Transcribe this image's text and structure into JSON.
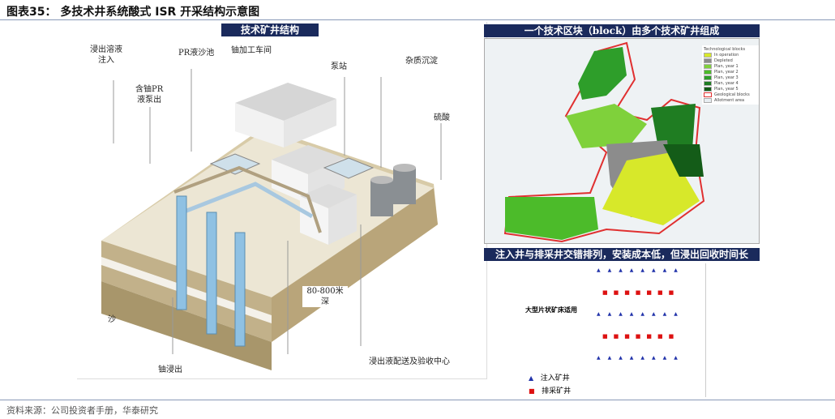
{
  "figure_title": "图表35：  多技术井系统酸式 ISR 开采结构示意图",
  "left_panel": {
    "header": "技术矿井结构",
    "labels": {
      "injection": "浸出溶液\n注入",
      "pr_pool": "PR液沙池",
      "uranium_plant": "铀加工车间",
      "pump_out": "含铀PR\n液泵出",
      "pump_station": "泵站",
      "impurity": "杂质沉淀",
      "acid": "硫酸",
      "sand": "沙",
      "depth": "80-800米\n深",
      "leaching": "铀浸出",
      "center": "浸出液配送及验收中心"
    }
  },
  "map_panel": {
    "header": "一个技术区块（block）由多个技术矿井组成",
    "legend_title": "Technological blocks",
    "legend": [
      {
        "label": "In operation",
        "color": "#d7e82a"
      },
      {
        "label": "Depleted",
        "color": "#8c8c8c"
      },
      {
        "label": "Plan, year 1",
        "color": "#7fd13b"
      },
      {
        "label": "Plan, year 2",
        "color": "#4cbb2a"
      },
      {
        "label": "Plan, year 3",
        "color": "#2e9e2a"
      },
      {
        "label": "Plan, year 4",
        "color": "#1f7d22"
      },
      {
        "label": "Plan, year 5",
        "color": "#145c18"
      },
      {
        "label": "Geological blocks",
        "color": "#e03030"
      },
      {
        "label": "Allotment area",
        "color": "#e8eef2"
      }
    ]
  },
  "pattern_panel": {
    "header": "注入井与排采井交错排列，安装成本低，但浸出回收时间长",
    "note": "大型片状矿床适用",
    "legend": [
      {
        "label": "注入矿井",
        "color": "#2233aa",
        "shape": "triangle"
      },
      {
        "label": "排采矿井",
        "color": "#dd1111",
        "shape": "square"
      }
    ],
    "rows": [
      "injection",
      "extraction",
      "injection",
      "extraction",
      "injection"
    ]
  },
  "source": "资料来源：公司投资者手册，华泰研究"
}
